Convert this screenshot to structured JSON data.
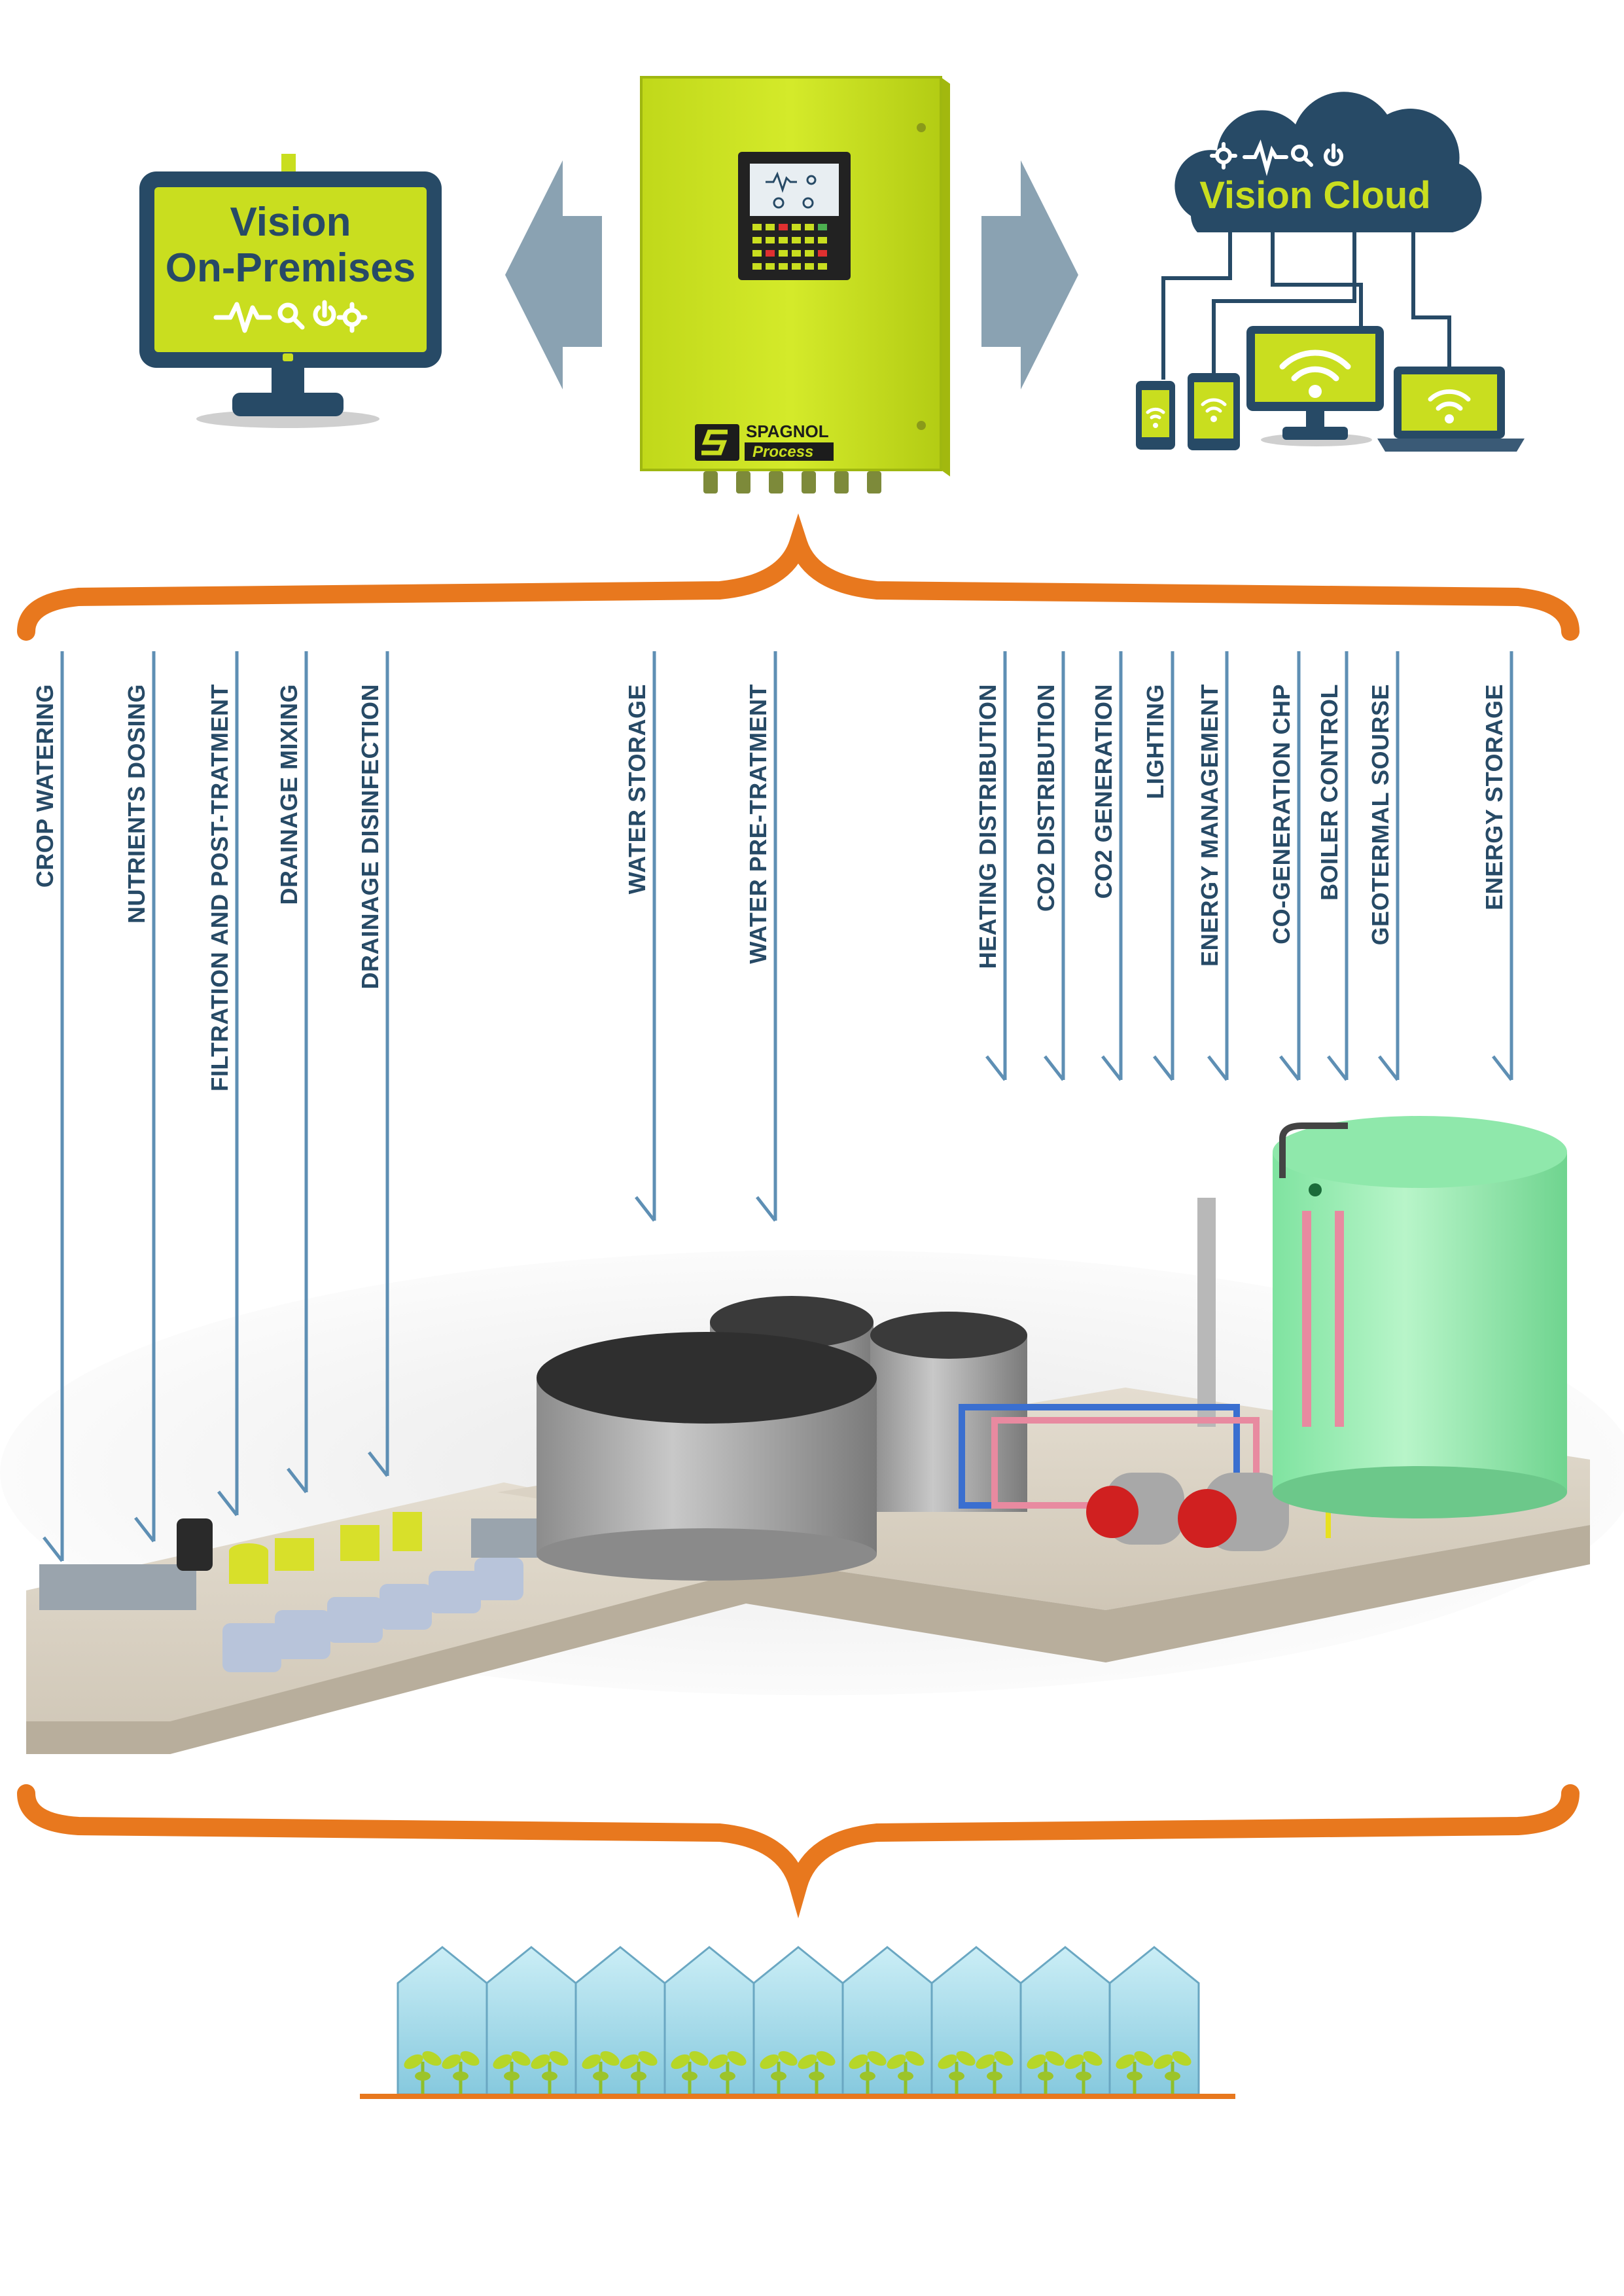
{
  "on_premises": {
    "line1": "Vision",
    "line2": "On-Premises"
  },
  "cloud": {
    "title": "Vision Cloud"
  },
  "controller": {
    "brand_top": "SPAGNOL",
    "brand_bottom": "Process"
  },
  "labels": [
    "CROP WATERING",
    "NUTRIENTS DOSING",
    "FILTRATION AND POST-TRATMENT",
    "DRAINAGE MIXING",
    "DRAINAGE DISINFECTION",
    "WATER STORAGE",
    "WATER PRE-TRATMENT",
    "HEATING DISTRIBUTION",
    "CO2 DISTRIBUTION",
    "CO2 GENERATION",
    "LIGHTING",
    "ENERGY MANAGEMENT",
    "CO-GENERATION CHP",
    "BOILER CONTROL",
    "GEOTERMAL SOURSE",
    "ENERGY STORAGE"
  ],
  "colors": {
    "navy": "#274a66",
    "lime": "#c9de1f",
    "orange": "#e8781e",
    "arrow_grey": "#8aa2b2",
    "arrow_line": "#5e8fb4",
    "greenhouse": "#a9dbe9"
  },
  "icons": [
    "pulse-icon",
    "search-icon",
    "power-icon",
    "gear-icon",
    "wifi-icon",
    "arrow-left-icon",
    "arrow-right-icon",
    "plant-icon"
  ]
}
